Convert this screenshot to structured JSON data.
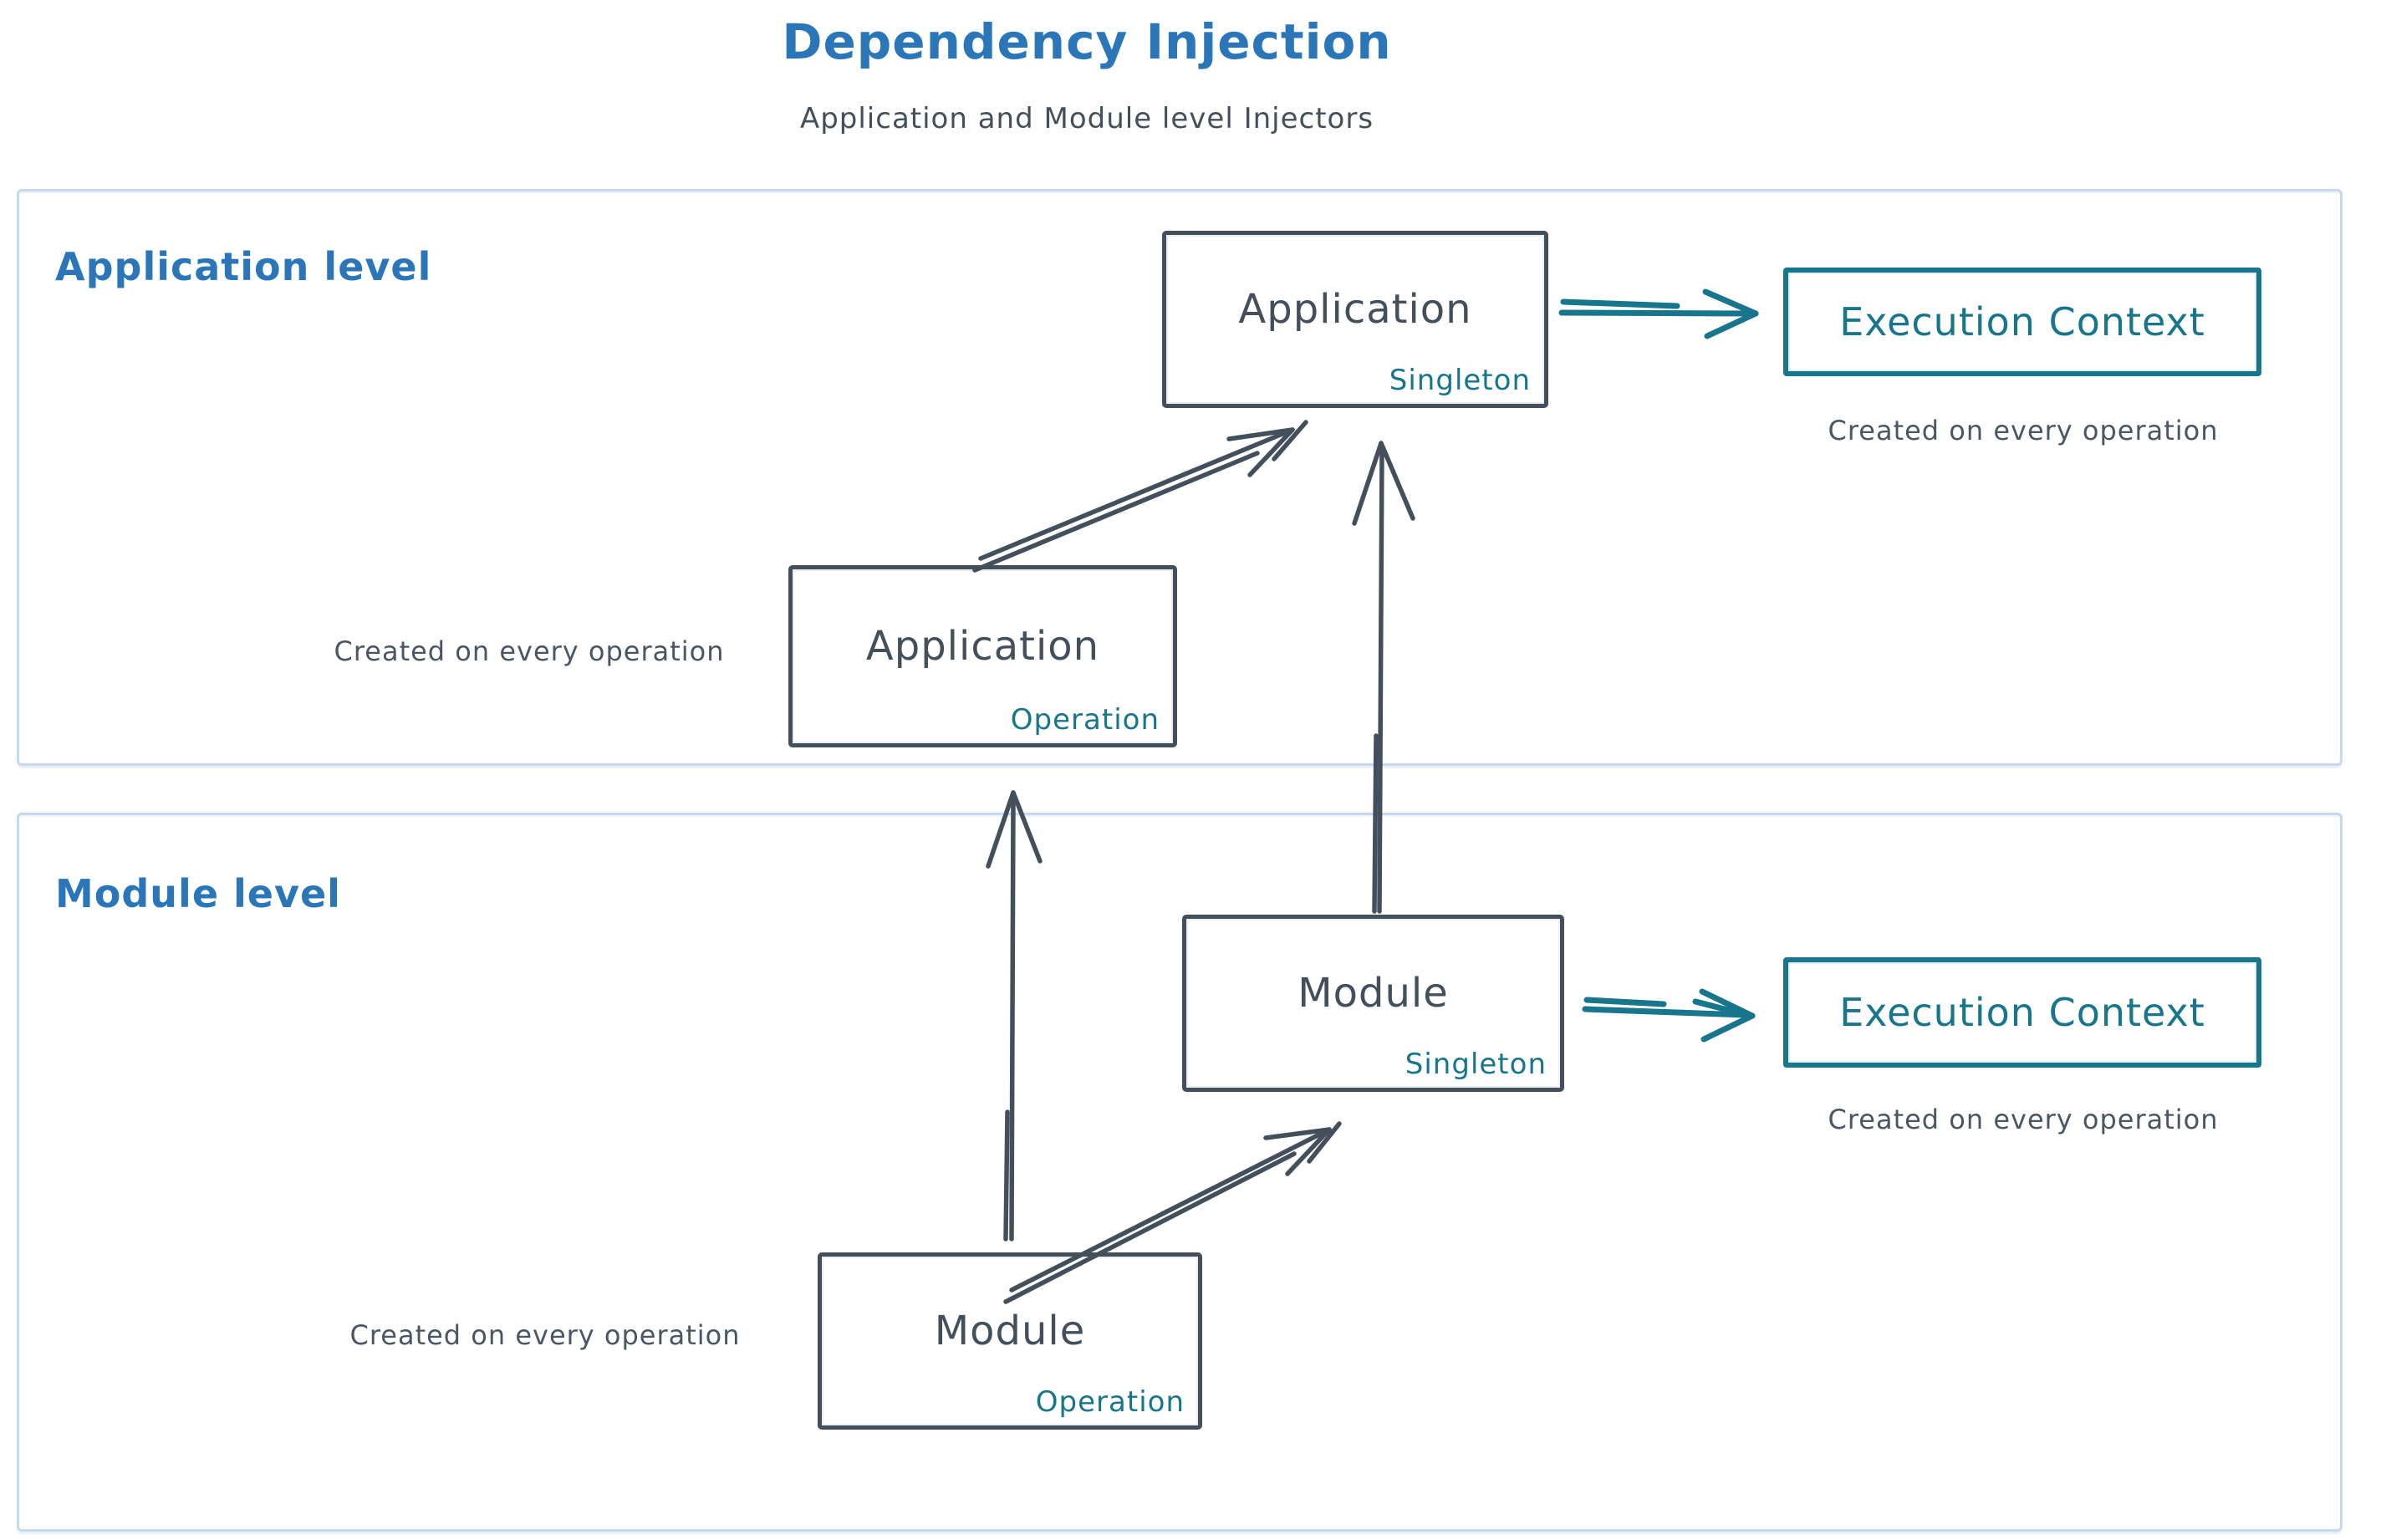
{
  "header": {
    "title": "Dependency Injection",
    "subtitle": "Application and Module level Injectors"
  },
  "sections": {
    "application": {
      "label": "Application level",
      "singleton_box": {
        "name": "Application",
        "scope": "Singleton"
      },
      "operation_box": {
        "name": "Application",
        "scope": "Operation"
      },
      "execution_context_label": "Execution Context",
      "execution_caption": "Created on every operation",
      "operation_caption": "Created on every operation"
    },
    "module": {
      "label": "Module level",
      "singleton_box": {
        "name": "Module",
        "scope": "Singleton"
      },
      "operation_box": {
        "name": "Module",
        "scope": "Operation"
      },
      "execution_context_label": "Execution Context",
      "execution_caption": "Created on every operation",
      "operation_caption": "Created on every operation"
    }
  },
  "colors": {
    "title_blue": "#2b76b9",
    "panel_border_blue": "#c7d9ee",
    "ink_dark_slate": "#43505c",
    "teal_accent": "#17768b",
    "caption_gray": "#4a5663"
  }
}
